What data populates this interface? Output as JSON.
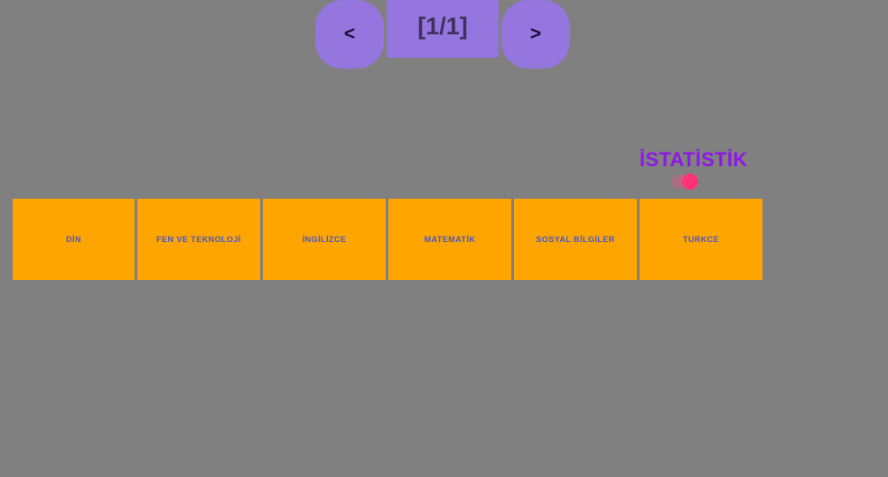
{
  "background_color": "#808080",
  "pager": {
    "prev_label": "<",
    "next_label": ">",
    "counter_label": "[1/1]",
    "current_page": 1,
    "total_pages": 1,
    "button_color": "#9575de",
    "counter_text_color": "#40325e"
  },
  "statistics": {
    "title": "İSTATİSTİK",
    "title_color": "#8f17e8",
    "loader_color": "#ff3377",
    "loader_trail_color": "#c06682"
  },
  "subjects": {
    "card_color": "#ffa500",
    "label_color": "#4657cb",
    "items": [
      {
        "label": "DİN"
      },
      {
        "label": "FEN VE TEKNOLOJİ"
      },
      {
        "label": "İNGİLİZCE"
      },
      {
        "label": "MATEMATİK"
      },
      {
        "label": "SOSYAL BİLGİLER"
      },
      {
        "label": "TURKCE"
      }
    ]
  }
}
